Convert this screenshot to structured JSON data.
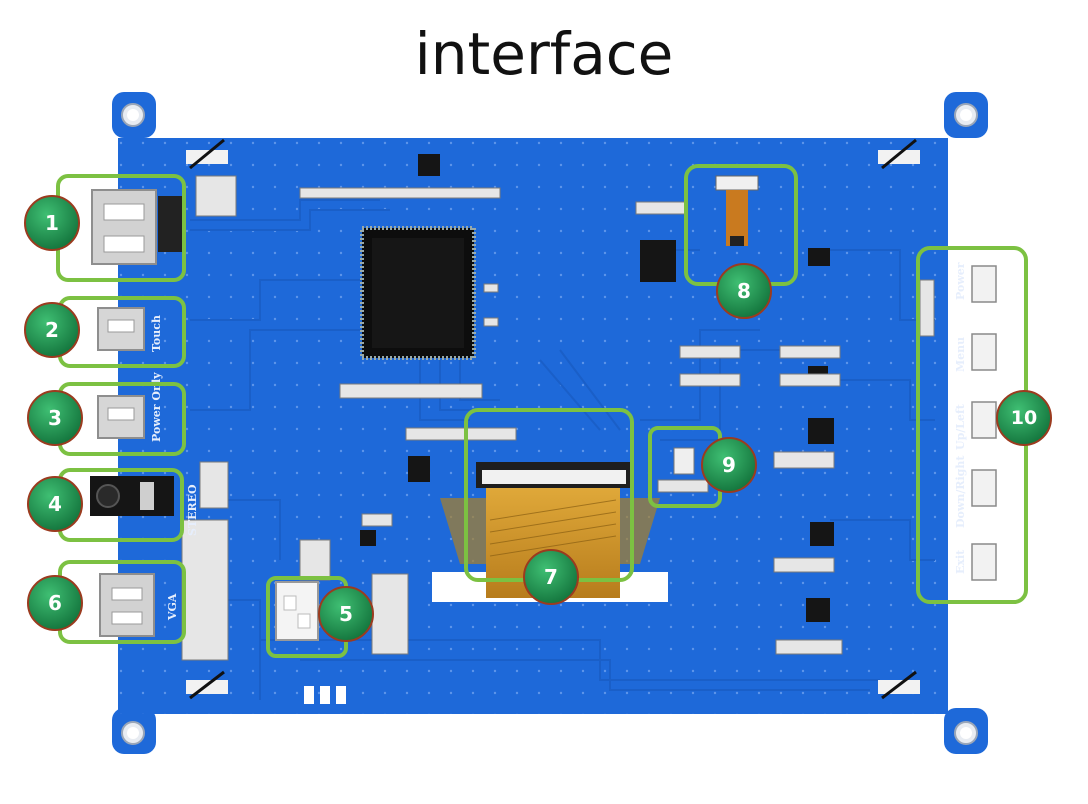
{
  "title": "interface",
  "colors": {
    "board": "#1e69d9",
    "board_dark": "#1654b5",
    "highlight": "#7cc142",
    "badge_green": "#1e8f4e",
    "badge_border": "#9b3b1f",
    "chip": "#151515",
    "connector": "#c9c9c9",
    "flex_cable": "#c9902a"
  },
  "silkscreen": {
    "touch": "Touch",
    "power_only": "Power Only",
    "stereo": "STEREO",
    "vga": "VGA",
    "power": "Power",
    "menu": "Menu",
    "up_left": "Up/Left",
    "down_right": "Down/Right",
    "exit": "Exit"
  },
  "callouts": [
    {
      "id": "1"
    },
    {
      "id": "2"
    },
    {
      "id": "3"
    },
    {
      "id": "4"
    },
    {
      "id": "5"
    },
    {
      "id": "6"
    },
    {
      "id": "7"
    },
    {
      "id": "8"
    },
    {
      "id": "9"
    },
    {
      "id": "10"
    }
  ]
}
